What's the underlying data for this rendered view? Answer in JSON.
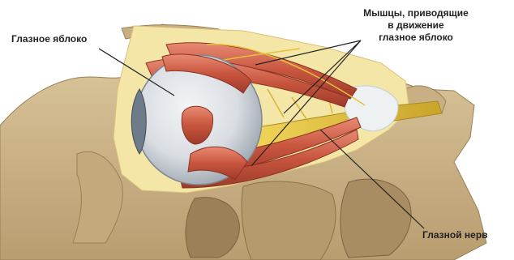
{
  "labels": {
    "eyeball": "Глазное яблоко",
    "muscles_line1": "Мышцы, приводящие",
    "muscles_line2": "в движение",
    "muscles_line3": "глазное яблоко",
    "optic_nerve": "Глазной нерв"
  },
  "colors": {
    "background": "#ffffff",
    "bone": "#d2bc8f",
    "bone_shadow": "#a88d63",
    "orbital_fat": "#f3e6a7",
    "eyeball": "#d9dde2",
    "cornea": "#6d7b8a",
    "muscle": "#c8553e",
    "muscle_highlight": "#e88a73",
    "nerve": "#e3c23a",
    "tendon": "#eef1f2",
    "leader_line": "#222222"
  }
}
